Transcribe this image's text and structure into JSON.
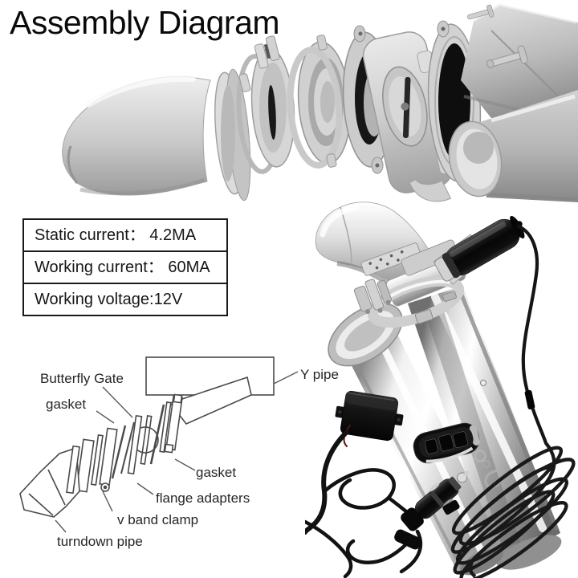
{
  "title": "Assembly Diagram",
  "spec_table": {
    "rows": [
      {
        "text": "Static current： 4.2MA"
      },
      {
        "text": "Working current： 60MA"
      },
      {
        "text": "Working voltage:12V"
      }
    ]
  },
  "diagram_labels": {
    "butterfly_gate": "Butterfly Gate",
    "gasket_top": "gasket",
    "y_pipe": "Y pipe",
    "gasket_bottom": "gasket",
    "flange_adapters": "flange adapters",
    "v_band_clamp": "v band clamp",
    "turndown_pipe": "turndown pipe"
  },
  "colors": {
    "background": "#ffffff",
    "text": "#111111",
    "diagram_line": "#4a4a4a",
    "steel_light": "#f2f2f2",
    "steel_dark": "#8e8e8e",
    "black_component": "#121212"
  }
}
